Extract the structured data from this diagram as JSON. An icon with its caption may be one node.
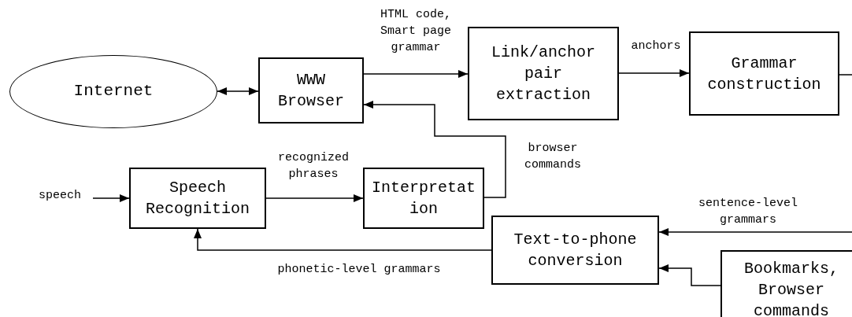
{
  "diagram": {
    "nodes": [
      {
        "text": [
          "Internet"
        ]
      },
      {
        "text": [
          "WWW Browser"
        ]
      },
      {
        "text": [
          "Link/anchor pair extraction"
        ]
      },
      {
        "text": [
          "Grammar construction"
        ]
      },
      {
        "text": [
          "Speech Recognition"
        ]
      },
      {
        "text": [
          "Interpretation"
        ]
      },
      {
        "text": [
          "Text-to-phone conversion"
        ]
      },
      {
        "text": [
          "Bookmarks, Browser commands"
        ]
      }
    ],
    "edges": [
      {
        "from": 0,
        "to": 1,
        "arrow": "both"
      },
      {
        "from": 1,
        "to": 2,
        "arrow": "to",
        "label": "HTML code, Smart page grammar"
      },
      {
        "from": 2,
        "to": 3,
        "arrow": "to",
        "label": "anchors"
      },
      {
        "from": 5,
        "to": 1,
        "arrow": "to",
        "label": "browser commands"
      },
      {
        "from": null,
        "to": 4,
        "arrow": "to",
        "label": "speech"
      },
      {
        "from": 4,
        "to": 5,
        "arrow": "to",
        "label": "recognized phrases"
      },
      {
        "from": 6,
        "to": 4,
        "arrow": "to",
        "label": "phonetic-level grammars"
      },
      {
        "from": 3,
        "to": null,
        "arrow": "none"
      },
      {
        "from": null,
        "to": 6,
        "arrow": "to",
        "label": "sentence-level grammars"
      },
      {
        "from": 7,
        "to": 6,
        "arrow": "to"
      }
    ]
  }
}
